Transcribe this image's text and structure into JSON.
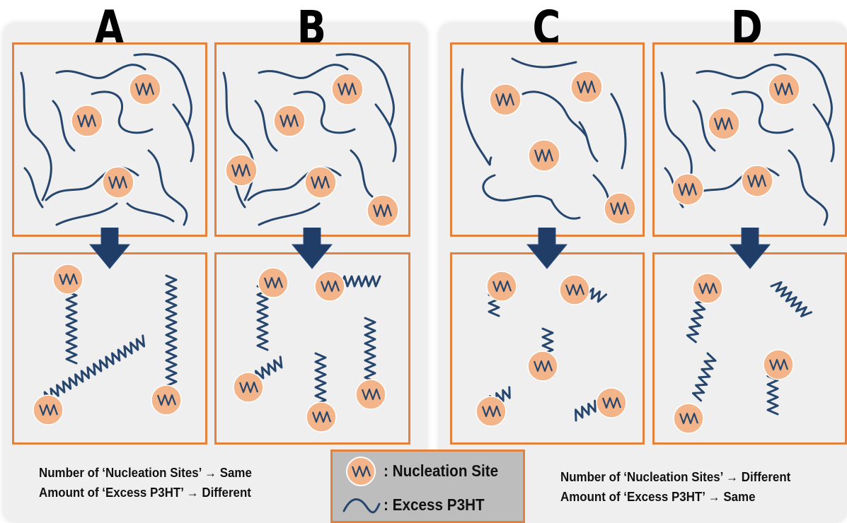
{
  "columns": {
    "a": {
      "letter": "A"
    },
    "b": {
      "letter": "B"
    },
    "c": {
      "letter": "C"
    },
    "d": {
      "letter": "D"
    }
  },
  "captions": {
    "left": {
      "line1": "Number of ‘Nucleation Sites’ → Same",
      "line2": "Amount of ‘Excess P3HT’ → Different"
    },
    "right": {
      "line1": "Number of ‘Nucleation Sites’ → Different",
      "line2": "Amount of ‘Excess P3HT’ → Same"
    }
  },
  "legend": {
    "nucleation_label": ": Nucleation Site",
    "excess_label": ": Excess P3HT"
  },
  "colors": {
    "panel_border": "#e2823d",
    "nucleus_fill": "#f2b488",
    "chain": "#26466e",
    "arrow": "#1f3d66",
    "panel_bg": "#efefef",
    "legend_bg": "#bdbdbd"
  },
  "icons": [
    "nucleation-site-icon",
    "excess-p3ht-icon",
    "down-arrow-icon"
  ]
}
